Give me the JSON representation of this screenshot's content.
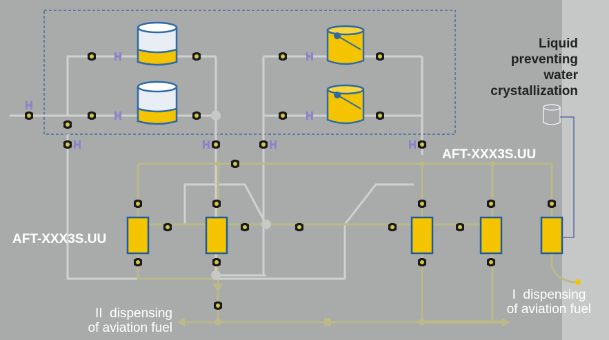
{
  "labels": {
    "liquid_line1": "Liquid",
    "liquid_line2": "preventing",
    "liquid_line3": "water",
    "liquid_line4": "crystallization",
    "filter_model_right": "AFT-XXX3S.UU",
    "filter_model_left": "AFT-XXX3S.UU",
    "dispense_left_numeral": "II",
    "dispense_left_line1": "dispensing",
    "dispense_left_line2": "of aviation fuel",
    "dispense_right_numeral": "I",
    "dispense_right_line1": "dispensing",
    "dispense_right_line2": "of aviation fuel"
  },
  "colors": {
    "background": "#a9abab",
    "right_panel": "#c6c7c7",
    "pipe_fuel": "#b9b98a",
    "pipe_grey": "#d0d0d0",
    "filter_fill": "#f4c400",
    "filter_border": "#1d5c9c",
    "tank_blue_top": "#e9eef4",
    "tank_blue_outline": "#2d6aa6",
    "valve_purple": "#8a84c8",
    "dashed_box": "#4a6a9a",
    "text": "#ffffff"
  },
  "icons": [
    "valve-icon",
    "gate-valve-icon",
    "tank-icon",
    "filter-icon",
    "container-icon"
  ]
}
